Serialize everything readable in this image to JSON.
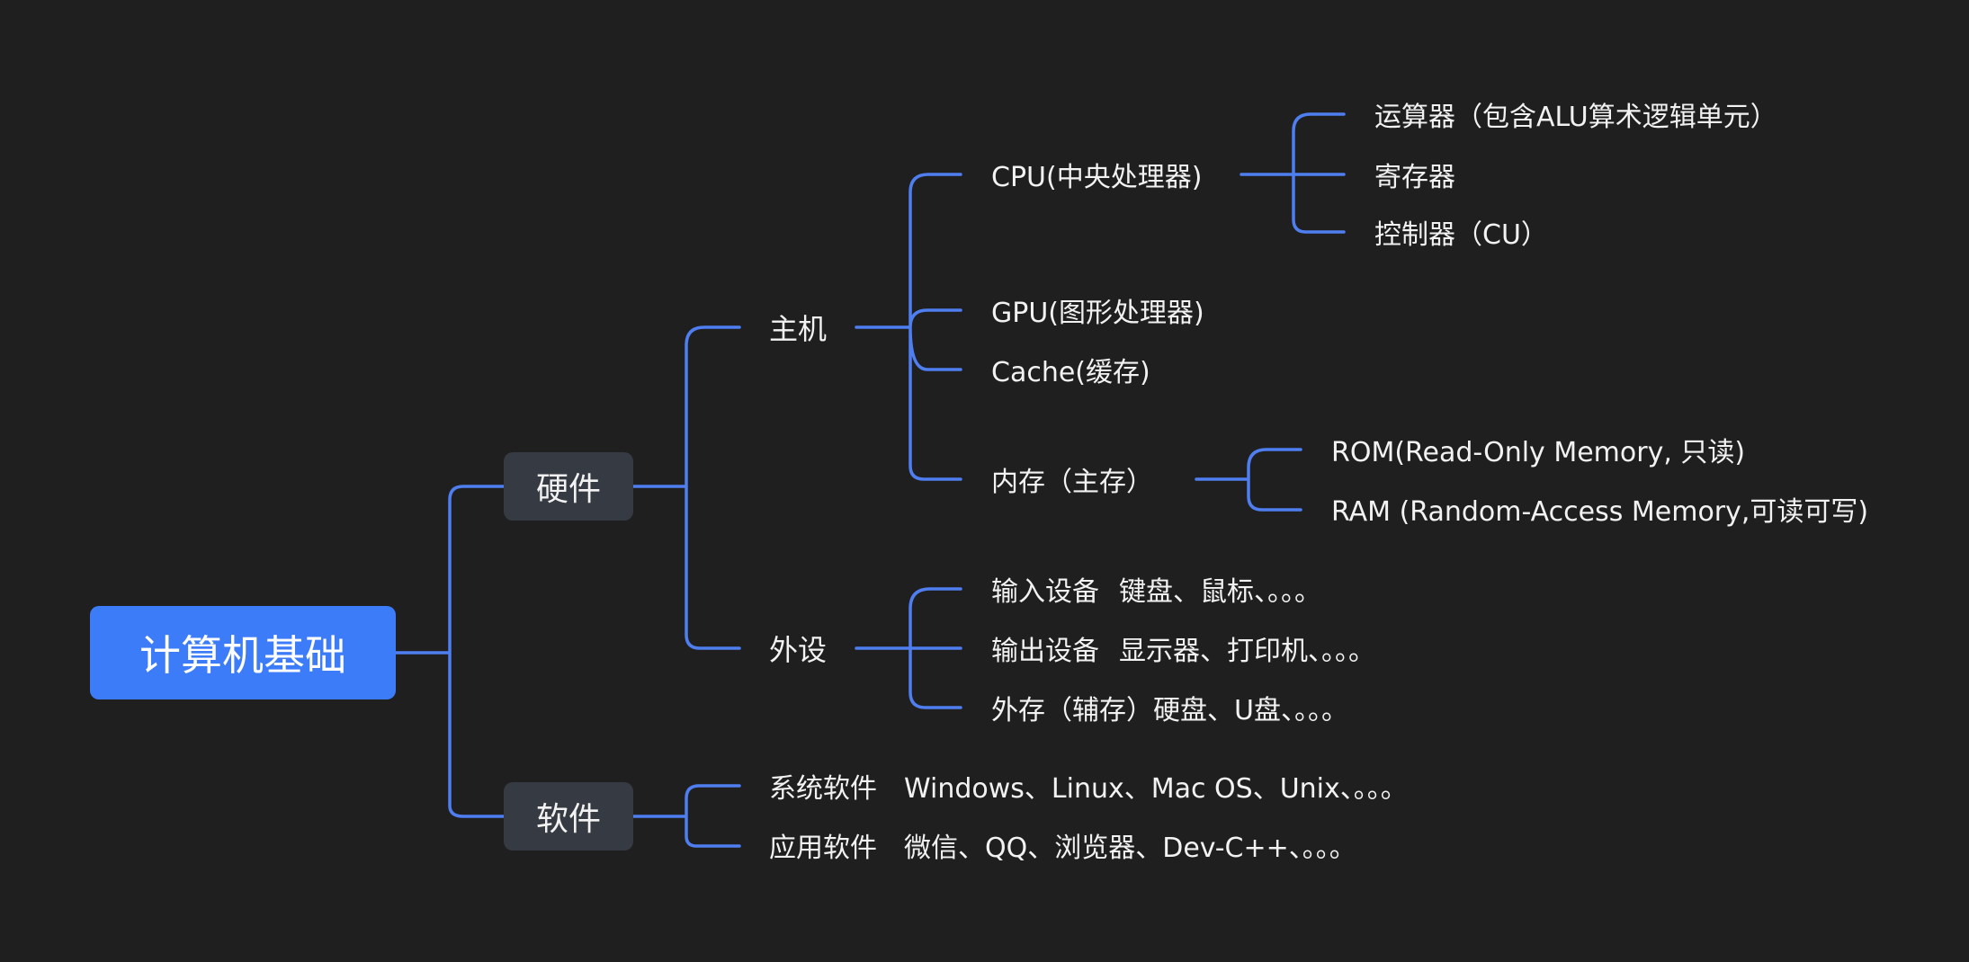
{
  "root": {
    "label": "计算机基础"
  },
  "hardware": {
    "label": "硬件",
    "host": {
      "label": "主机",
      "cpu": {
        "label": "CPU(中央处理器)",
        "children": [
          "运算器（包含ALU算术逻辑单元）",
          "寄存器",
          "控制器（CU）"
        ]
      },
      "gpu": {
        "label": "GPU(图形处理器)"
      },
      "cache": {
        "label": "Cache(缓存)"
      },
      "memory": {
        "label": "内存（主存）",
        "children": [
          "ROM(Read-Only Memory, 只读)",
          "RAM (Random-Access Memory,可读可写)"
        ]
      }
    },
    "peripherals": {
      "label": "外设",
      "children": [
        {
          "label": "输入设备",
          "detail": "键盘、鼠标、。。。"
        },
        {
          "label": "输出设备",
          "detail": "显示器、打印机、。。。"
        },
        {
          "label": "外存（辅存）",
          "detail": "硬盘、U盘、。。。"
        }
      ]
    }
  },
  "software": {
    "label": "软件",
    "children": [
      {
        "label": "系统软件",
        "detail": "Windows、Linux、Mac OS、Unix、。。。"
      },
      {
        "label": "应用软件",
        "detail": "微信、QQ、浏览器、Dev-C++、。。。"
      }
    ]
  },
  "colors": {
    "background": "#1f1f1f",
    "root_fill": "#3c7cf8",
    "branch_fill": "#363a42",
    "connector": "#4f7ef0",
    "text": "#f2f2f2"
  }
}
